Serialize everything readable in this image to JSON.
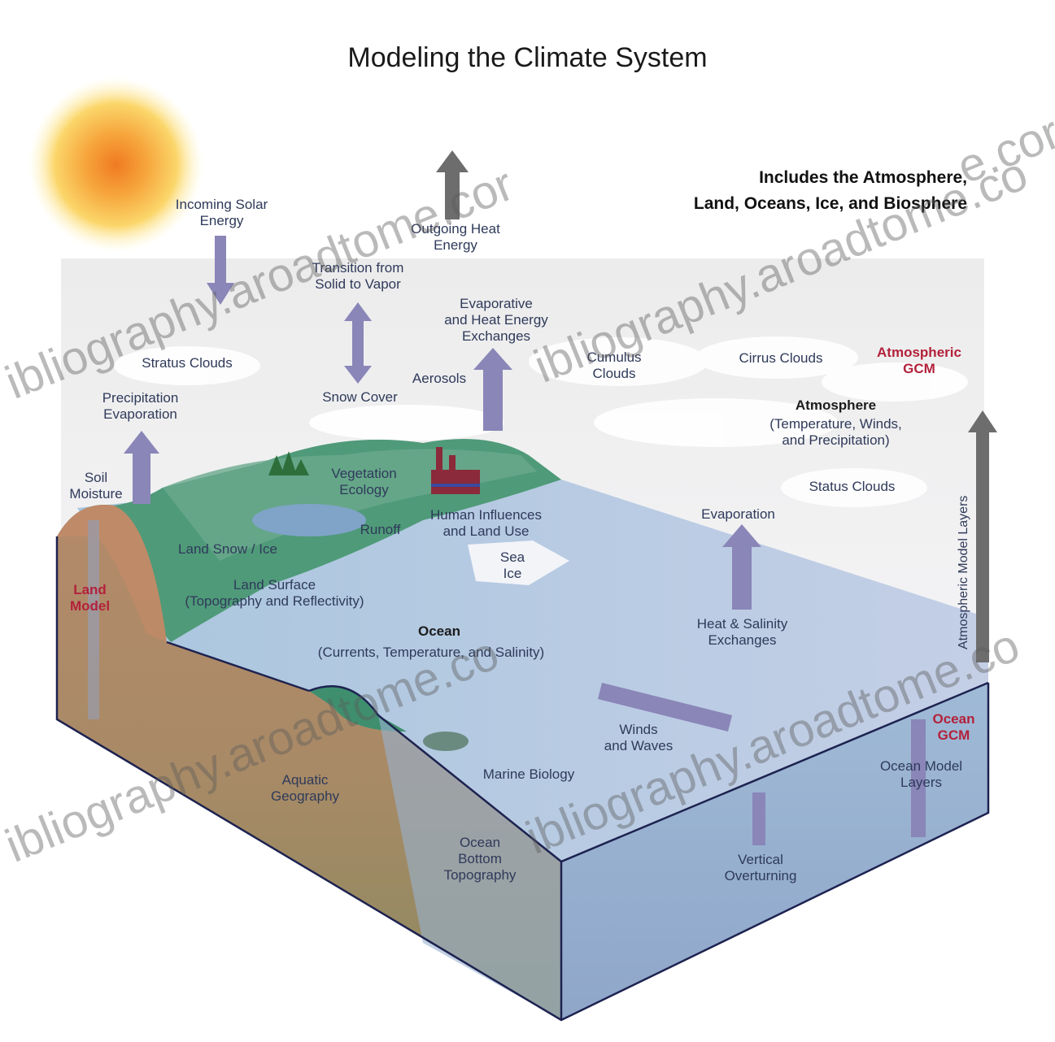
{
  "title": "Modeling the Climate System",
  "includes": "Includes the Atmosphere,\nLand, Oceans, Ice, and Biosphere",
  "labels": {
    "incoming_solar": "Incoming Solar\nEnergy",
    "outgoing_heat": "Outgoing Heat\nEnergy",
    "transition": "Transition from\nSolid to Vapor",
    "evaporative_exchanges": "Evaporative\nand Heat Energy\nExchanges",
    "stratus_clouds": "Stratus Clouds",
    "cumulus_clouds": "Cumulus\nClouds",
    "cirrus_clouds": "Cirrus Clouds",
    "atmospheric_gcm": "Atmospheric\nGCM",
    "precipitation_evaporation": "Precipitation\nEvaporation",
    "snow_cover": "Snow Cover",
    "aerosols": "Aerosols",
    "atmosphere": "Atmosphere",
    "atmosphere_detail": "(Temperature, Winds,\nand Precipitation)",
    "status_clouds": "Status Clouds",
    "soil_moisture": "Soil\nMoisture",
    "vegetation": "Vegetation\nEcology",
    "human_influences": "Human Influences\nand Land Use",
    "runoff": "Runoff",
    "land_snow_ice": "Land Snow / Ice",
    "land_surface": "Land Surface\n(Topography and Reflectivity)",
    "land_model": "Land\nModel",
    "sea_ice": "Sea\nIce",
    "evaporation": "Evaporation",
    "ocean": "Ocean",
    "ocean_detail": "(Currents, Temperature, and Salinity)",
    "heat_salinity": "Heat & Salinity\nExchanges",
    "atmospheric_model_layers": "Atmospheric Model Layers",
    "ocean_gcm": "Ocean\nGCM",
    "winds_waves": "Winds\nand Waves",
    "marine_biology": "Marine Biology",
    "ocean_model_layers": "Ocean Model\nLayers",
    "aquatic_geography": "Aquatic\nGeography",
    "ocean_bottom": "Ocean\nBottom\nTopography",
    "vertical_overturning": "Vertical\nOverturning"
  },
  "watermarks": [
    "ibliography.aroadtome.cor",
    "ibliography.aroadtome.co",
    "e.cor",
    "ibliography.aroadtome.co",
    "ibliography.aroadtome.co"
  ],
  "colors": {
    "sun_core": "#f08a2a",
    "sun_glow": "#fde89a",
    "ocean": "#9dbbd6",
    "land_green": "#4f9a79",
    "arrow_purple": "#8a86b8",
    "arrow_gray": "#6d6d6d",
    "gcm_red": "#b3213b"
  }
}
